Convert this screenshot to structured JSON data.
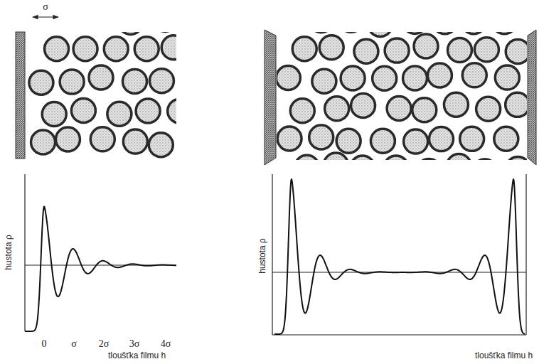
{
  "diagram": {
    "labels": [
      "σ",
      "hustota ρ",
      "0",
      "σ",
      "2σ",
      "3σ",
      "4σ",
      "tloušťka filmu h",
      "hustota ρ",
      "tloušťka filmu h"
    ]
  }
}
